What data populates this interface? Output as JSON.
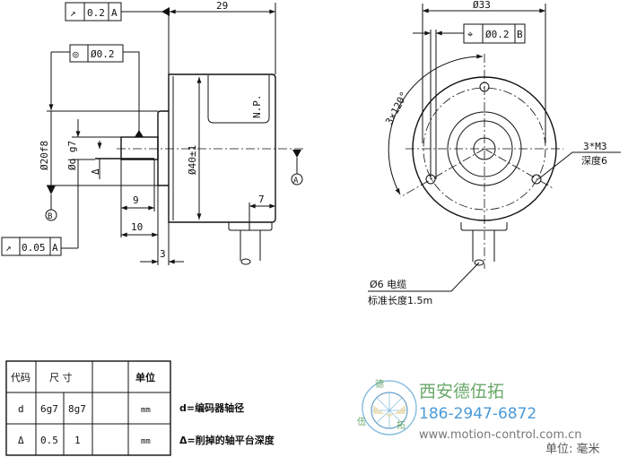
{
  "side_view": {
    "runout_top": {
      "symbol": "↗",
      "value": "0.2",
      "datum": "A"
    },
    "concentricity": {
      "symbol": "◎",
      "value": "Ø0.2"
    },
    "runout_bottom": {
      "symbol": "↗",
      "value": "0.05",
      "datum": "A"
    },
    "dim_length": "29",
    "dim_body_dia": "Ø40±1",
    "dim_flange_dia": "Ø20f8",
    "dim_shaft": "Ød g7",
    "dim_delta": "Δ",
    "dim_9": "9",
    "dim_10": "10",
    "dim_3": "3",
    "dim_7": "7",
    "np_label": "N.P.",
    "datum_a": "A",
    "datum_b": "B"
  },
  "front_view": {
    "dim_dia": "Ø33",
    "position": {
      "symbol": "⌖",
      "value": "Ø0.2",
      "datum": "B"
    },
    "angle": "3×120°",
    "holes_line1": "3*M3",
    "holes_line2": "深度6",
    "cable_line1": "Ø6 电缆",
    "cable_line2": "标准长度1.5m"
  },
  "table": {
    "headers": [
      "代码",
      "尺 寸",
      "单位"
    ],
    "rows": [
      [
        "d",
        "6g7",
        "8g7",
        "mm"
      ],
      [
        "Δ",
        "0.5",
        "1",
        "mm"
      ]
    ]
  },
  "notes": [
    "d=编码器轴径",
    "Δ=削掉的轴平台深度"
  ],
  "brand": {
    "name": "西安德伍拓",
    "phone": "186-2947-6872",
    "url": "www.motion-control.com.cn",
    "logo_text": [
      "德",
      "伍",
      "拓"
    ],
    "colors": {
      "name": "#6aa86a",
      "phone": "#4a9ad8",
      "url": "#777777"
    }
  },
  "unit_note": "单位: 毫米"
}
